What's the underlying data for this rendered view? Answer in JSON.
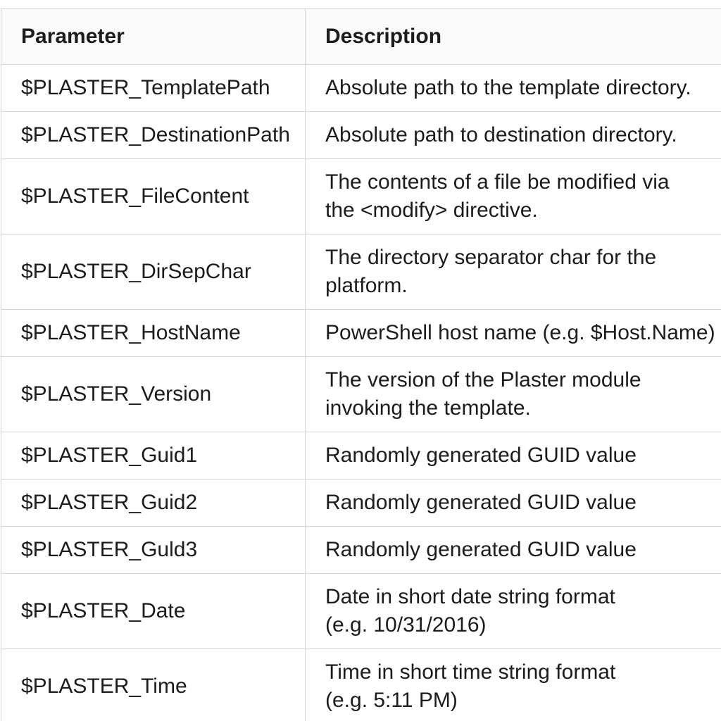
{
  "table": {
    "columns": {
      "parameter": "Parameter",
      "description": "Description"
    },
    "rows": [
      {
        "parameter": "$PLASTER_TemplatePath",
        "description": "Absolute path to the template directory."
      },
      {
        "parameter": "$PLASTER_DestinationPath",
        "description": "Absolute path to destination directory."
      },
      {
        "parameter": "$PLASTER_FileContent",
        "description": "The contents of a file be modified via\nthe <modify> directive."
      },
      {
        "parameter": "$PLASTER_DirSepChar",
        "description": "The directory separator char for the\nplatform."
      },
      {
        "parameter": "$PLASTER_HostName",
        "description": "PowerShell host name (e.g. $Host.Name)"
      },
      {
        "parameter": "$PLASTER_Version",
        "description": "The version of the Plaster module\ninvoking the template."
      },
      {
        "parameter": "$PLASTER_Guid1",
        "description": "Randomly generated GUID value"
      },
      {
        "parameter": "$PLASTER_Guid2",
        "description": "Randomly generated GUID value"
      },
      {
        "parameter": "$PLASTER_Guld3",
        "description": "Randomly generated GUID value"
      },
      {
        "parameter": "$PLASTER_Date",
        "description": "Date in short date string format\n(e.g. 10/31/2016)"
      },
      {
        "parameter": "$PLASTER_Time",
        "description": "Time in short time string format\n(e.g. 5:11 PM)"
      }
    ],
    "colors": {
      "header_bg": "#fafafa",
      "row_bg": "#ffffff",
      "border": "#d4d4d4",
      "text": "#1c1c1e"
    }
  }
}
